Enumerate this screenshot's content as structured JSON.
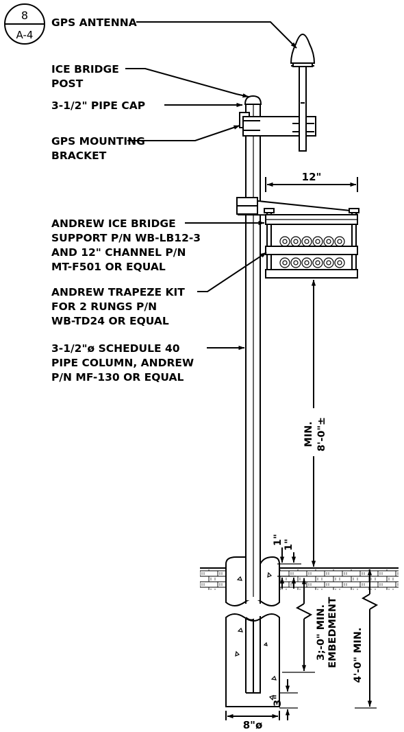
{
  "callout": {
    "number": "8",
    "sheet": "A-4"
  },
  "labels": {
    "gps_antenna": "GPS ANTENNA",
    "ice_bridge_post": [
      "ICE BRIDGE",
      "POST"
    ],
    "pipe_cap": "3-1/2\" PIPE CAP",
    "gps_bracket": [
      "GPS MOUNTING",
      "BRACKET"
    ],
    "ice_bridge_support": [
      "ANDREW ICE BRIDGE",
      "SUPPORT P/N WB-LB12-3",
      "AND 12\" CHANNEL P/N",
      "MT-F501 OR EQUAL"
    ],
    "trapeze_kit": [
      "ANDREW TRAPEZE KIT",
      "FOR 2 RUNGS P/N",
      "WB-TD24 OR EQUAL"
    ],
    "pipe_column": [
      "3-1/2\"ø SCHEDULE 40",
      "PIPE COLUMN, ANDREW",
      "P/N MF-130 OR EQUAL"
    ]
  },
  "dimensions": {
    "width_12": "12\"",
    "clearance": [
      "MIN.",
      "8'-0\"±"
    ],
    "one_a": "1\"",
    "one_b": "1\"",
    "embedment": [
      "3;-0\" MIN.",
      "EMBEDMENT"
    ],
    "depth_min": "4'-0\" MIN.",
    "three": "3\"",
    "diameter": "8\"ø"
  }
}
